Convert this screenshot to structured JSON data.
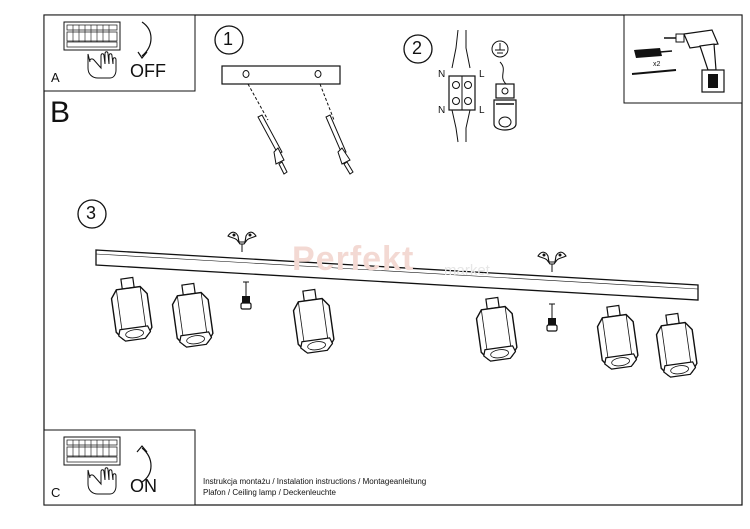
{
  "panels": {
    "a": {
      "letter": "A",
      "label": "OFF"
    },
    "b": {
      "letter": "B"
    },
    "c": {
      "letter": "C",
      "label": "ON"
    }
  },
  "steps": [
    "1",
    "2",
    "3"
  ],
  "wiring": {
    "n_left": "N",
    "l_right": "L",
    "n_left2": "N",
    "l_right2": "L"
  },
  "tools": {
    "count": "x2"
  },
  "watermark": {
    "brand": "Perfekt",
    "suffix": "market"
  },
  "footer": {
    "line1": "Instrukcja montażu / Instalation instructions / Montageanleitung",
    "line2": "Plafon / Ceiling lamp / Deckenleuchte"
  },
  "colors": {
    "line": "#111111",
    "watermark": "#f3d9d3"
  }
}
